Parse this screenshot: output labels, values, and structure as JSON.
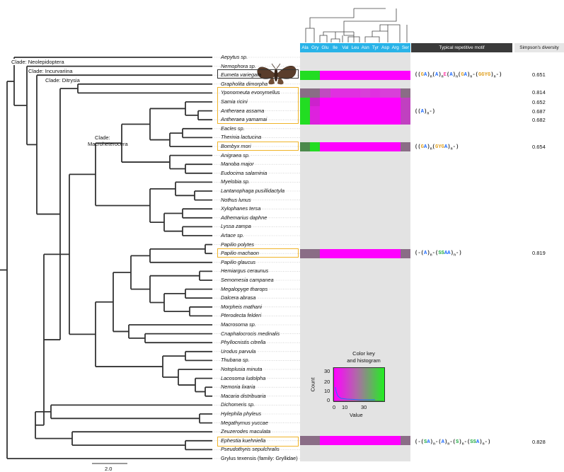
{
  "header": {
    "amino_acids": [
      "Ala",
      "Gry",
      "Glu",
      "Ile",
      "Val",
      "Leu",
      "Asn",
      "Tyr",
      "Asp",
      "Arg",
      "Ser"
    ],
    "motif_title": "Typical repetitive motif",
    "diversity_title": "Simpson's diversity"
  },
  "clades": {
    "neolepidoptera": "Clade: Neolepidoptera",
    "incurvariina": "Clade: Incurvariina",
    "ditrysia": "Clade: Ditrysia",
    "macroheterocera_1": "Clade:",
    "macroheterocera_2": "Macroheterocera"
  },
  "species": [
    "Aepytus sp.",
    "Nemophora sp.",
    "Eumeta variegata",
    "Grapholita dimorpha",
    "Yponomeuta evonymellus",
    "Samia ricini",
    "Antheraea assama",
    "Antheraea yamamai",
    "Eacles sp.",
    "Therinia lactucina",
    "Bombyx mori",
    "Anigraea sp.",
    "Manoba major",
    "Eudocima salaminia",
    "Myelobia sp.",
    "Lantanophaga pusillidactyla",
    "Nothus lunus",
    "Xylophanes tersa",
    "Adhemarius daphne",
    "Lyssa zampa",
    "Artace sp.",
    "Papilio polytes",
    "Papilio machaon",
    "Papilio glaucus",
    "Hemiargus ceraunus",
    "Semomesia campanea",
    "Megalopyge tharops",
    "Dalcera abrasa",
    "Morpheis mathani",
    "Pterodecta felderi",
    "Macrosoma sp.",
    "Cnaphalocrocis medinalis",
    "Phyllocnistis citrella",
    "Urodus parvula",
    "Thubana sp.",
    "Notoplusia minuta",
    "Lacosoma ludolpha",
    "Nemoria lixaria",
    "Macaria distribuaria",
    "Dichomeris sp.",
    "Hylephila phyleus",
    "Megathymus yuccae",
    "Zeuzerodes maculata",
    "Ephestia kuehniella",
    "Pseudothyris sepulchralis",
    "Grylus texensis (family: Gryllidae)"
  ],
  "motifs": {
    "eumeta": "((GA)n(A)nE(A)n(GA)n-(GGYG)n-)",
    "saturniidae": "((A)n-)",
    "bombyx": "((GA)n(GYGA)n-)",
    "papilio": "(-(A)n-(SSAA)n-)",
    "ephestia": "(-(SA)n-(A)n-(S)n-(SSA)n-)"
  },
  "diversity": {
    "eumeta": "0.651",
    "yponomeuta": "0.814",
    "samia": "0.652",
    "assama": "0.687",
    "yamamai": "0.682",
    "bombyx": "0.654",
    "papilio": "0.819",
    "ephestia": "0.828"
  },
  "color_key": {
    "title_1": "Color key",
    "title_2": "and histogram",
    "ylabel": "Count",
    "xlabel": "Value",
    "yticks": [
      "0",
      "10",
      "20",
      "30"
    ],
    "xticks": [
      "0",
      "10",
      "30"
    ]
  },
  "scale_bar": "2.0",
  "colors": {
    "magenta": "#ff00ff",
    "green": "#22dd22",
    "header_blue": "#29b3e8",
    "header_dark": "#3a3a3a",
    "highlight": "#f0b429"
  }
}
